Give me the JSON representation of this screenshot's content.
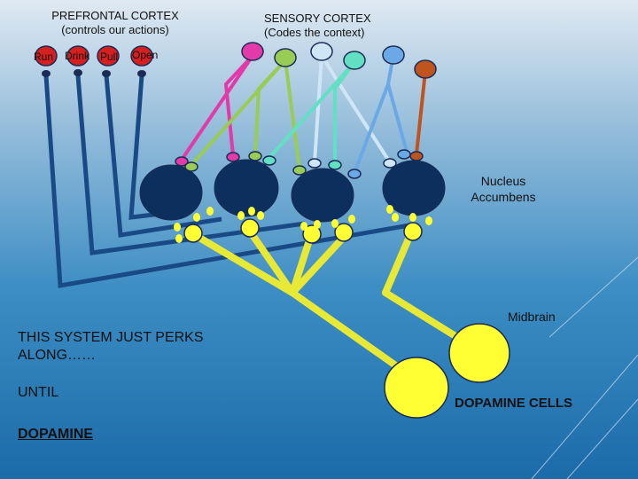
{
  "prefrontal": {
    "title": "PREFRONTAL CORTEX",
    "subtitle": "(controls our actions)"
  },
  "sensory": {
    "title": "SENSORY CORTEX",
    "subtitle": "(Codes the context)"
  },
  "actions": [
    "Run",
    "Drink",
    "Pull",
    "Open"
  ],
  "labels": {
    "nucleus_line1": "Nucleus",
    "nucleus_line2": "Accumbens",
    "midbrain": "Midbrain",
    "dopamine_cells": "DOPAMINE CELLS"
  },
  "text": {
    "line1": "THIS SYSTEM JUST PERKS",
    "line2": "ALONG……",
    "until": "UNTIL",
    "dopamine": "DOPAMINE"
  },
  "colors": {
    "action_neuron": "#d61f1f",
    "sensory": [
      "#e23aa8",
      "#98cc55",
      "#cfe6f7",
      "#62e0c4",
      "#6aa9e6",
      "#c0531e"
    ],
    "accumbens": "#0d2f5e",
    "dopamine": "#ffff33",
    "dopamine_axon": "#e8e836",
    "motor_axon": "#1a4a86"
  }
}
